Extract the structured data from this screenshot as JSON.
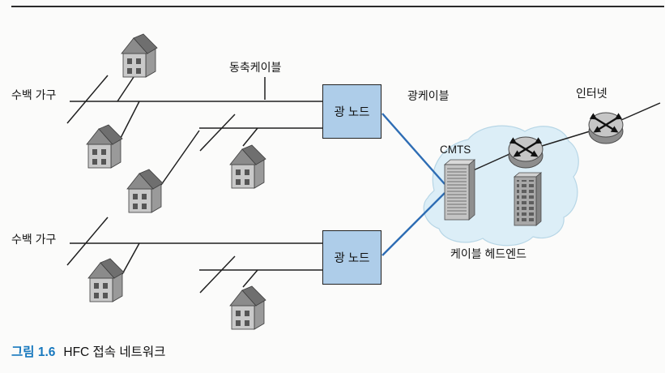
{
  "figure": {
    "caption_number": "그림 1.6",
    "caption_text": "HFC 접속 네트워크"
  },
  "labels": {
    "homes_top": "수백 가구",
    "homes_bottom": "수백 가구",
    "coax_cable": "동축케이블",
    "fiber_cable": "광케이블",
    "fiber_node_top": "광 노드",
    "fiber_node_bottom": "광 노드",
    "cmts": "CMTS",
    "cable_headend": "케이블 헤드엔드",
    "internet": "인터넷"
  },
  "diagram": {
    "type": "network-topology",
    "house_count": 6,
    "fiber_node_count": 2,
    "router_count": 2,
    "description_elements": [
      "coax trunk lines",
      "fiber node boxes",
      "fiber cables to CMTS",
      "cable headend cloud",
      "routers to internet"
    ]
  },
  "colors": {
    "line": "#1f1f1f",
    "fiber_line": "#2e6db4",
    "node_box_fill": "#aecde9",
    "node_box_border": "#222222",
    "cloud_fill": "#dceef7",
    "caption_accent": "#1778be"
  },
  "icons": {
    "house": "house-icon",
    "router": "router-icon",
    "cmts_tower": "server-tower-icon",
    "headend_server": "rack-server-icon",
    "cloud": "cloud-shape"
  }
}
